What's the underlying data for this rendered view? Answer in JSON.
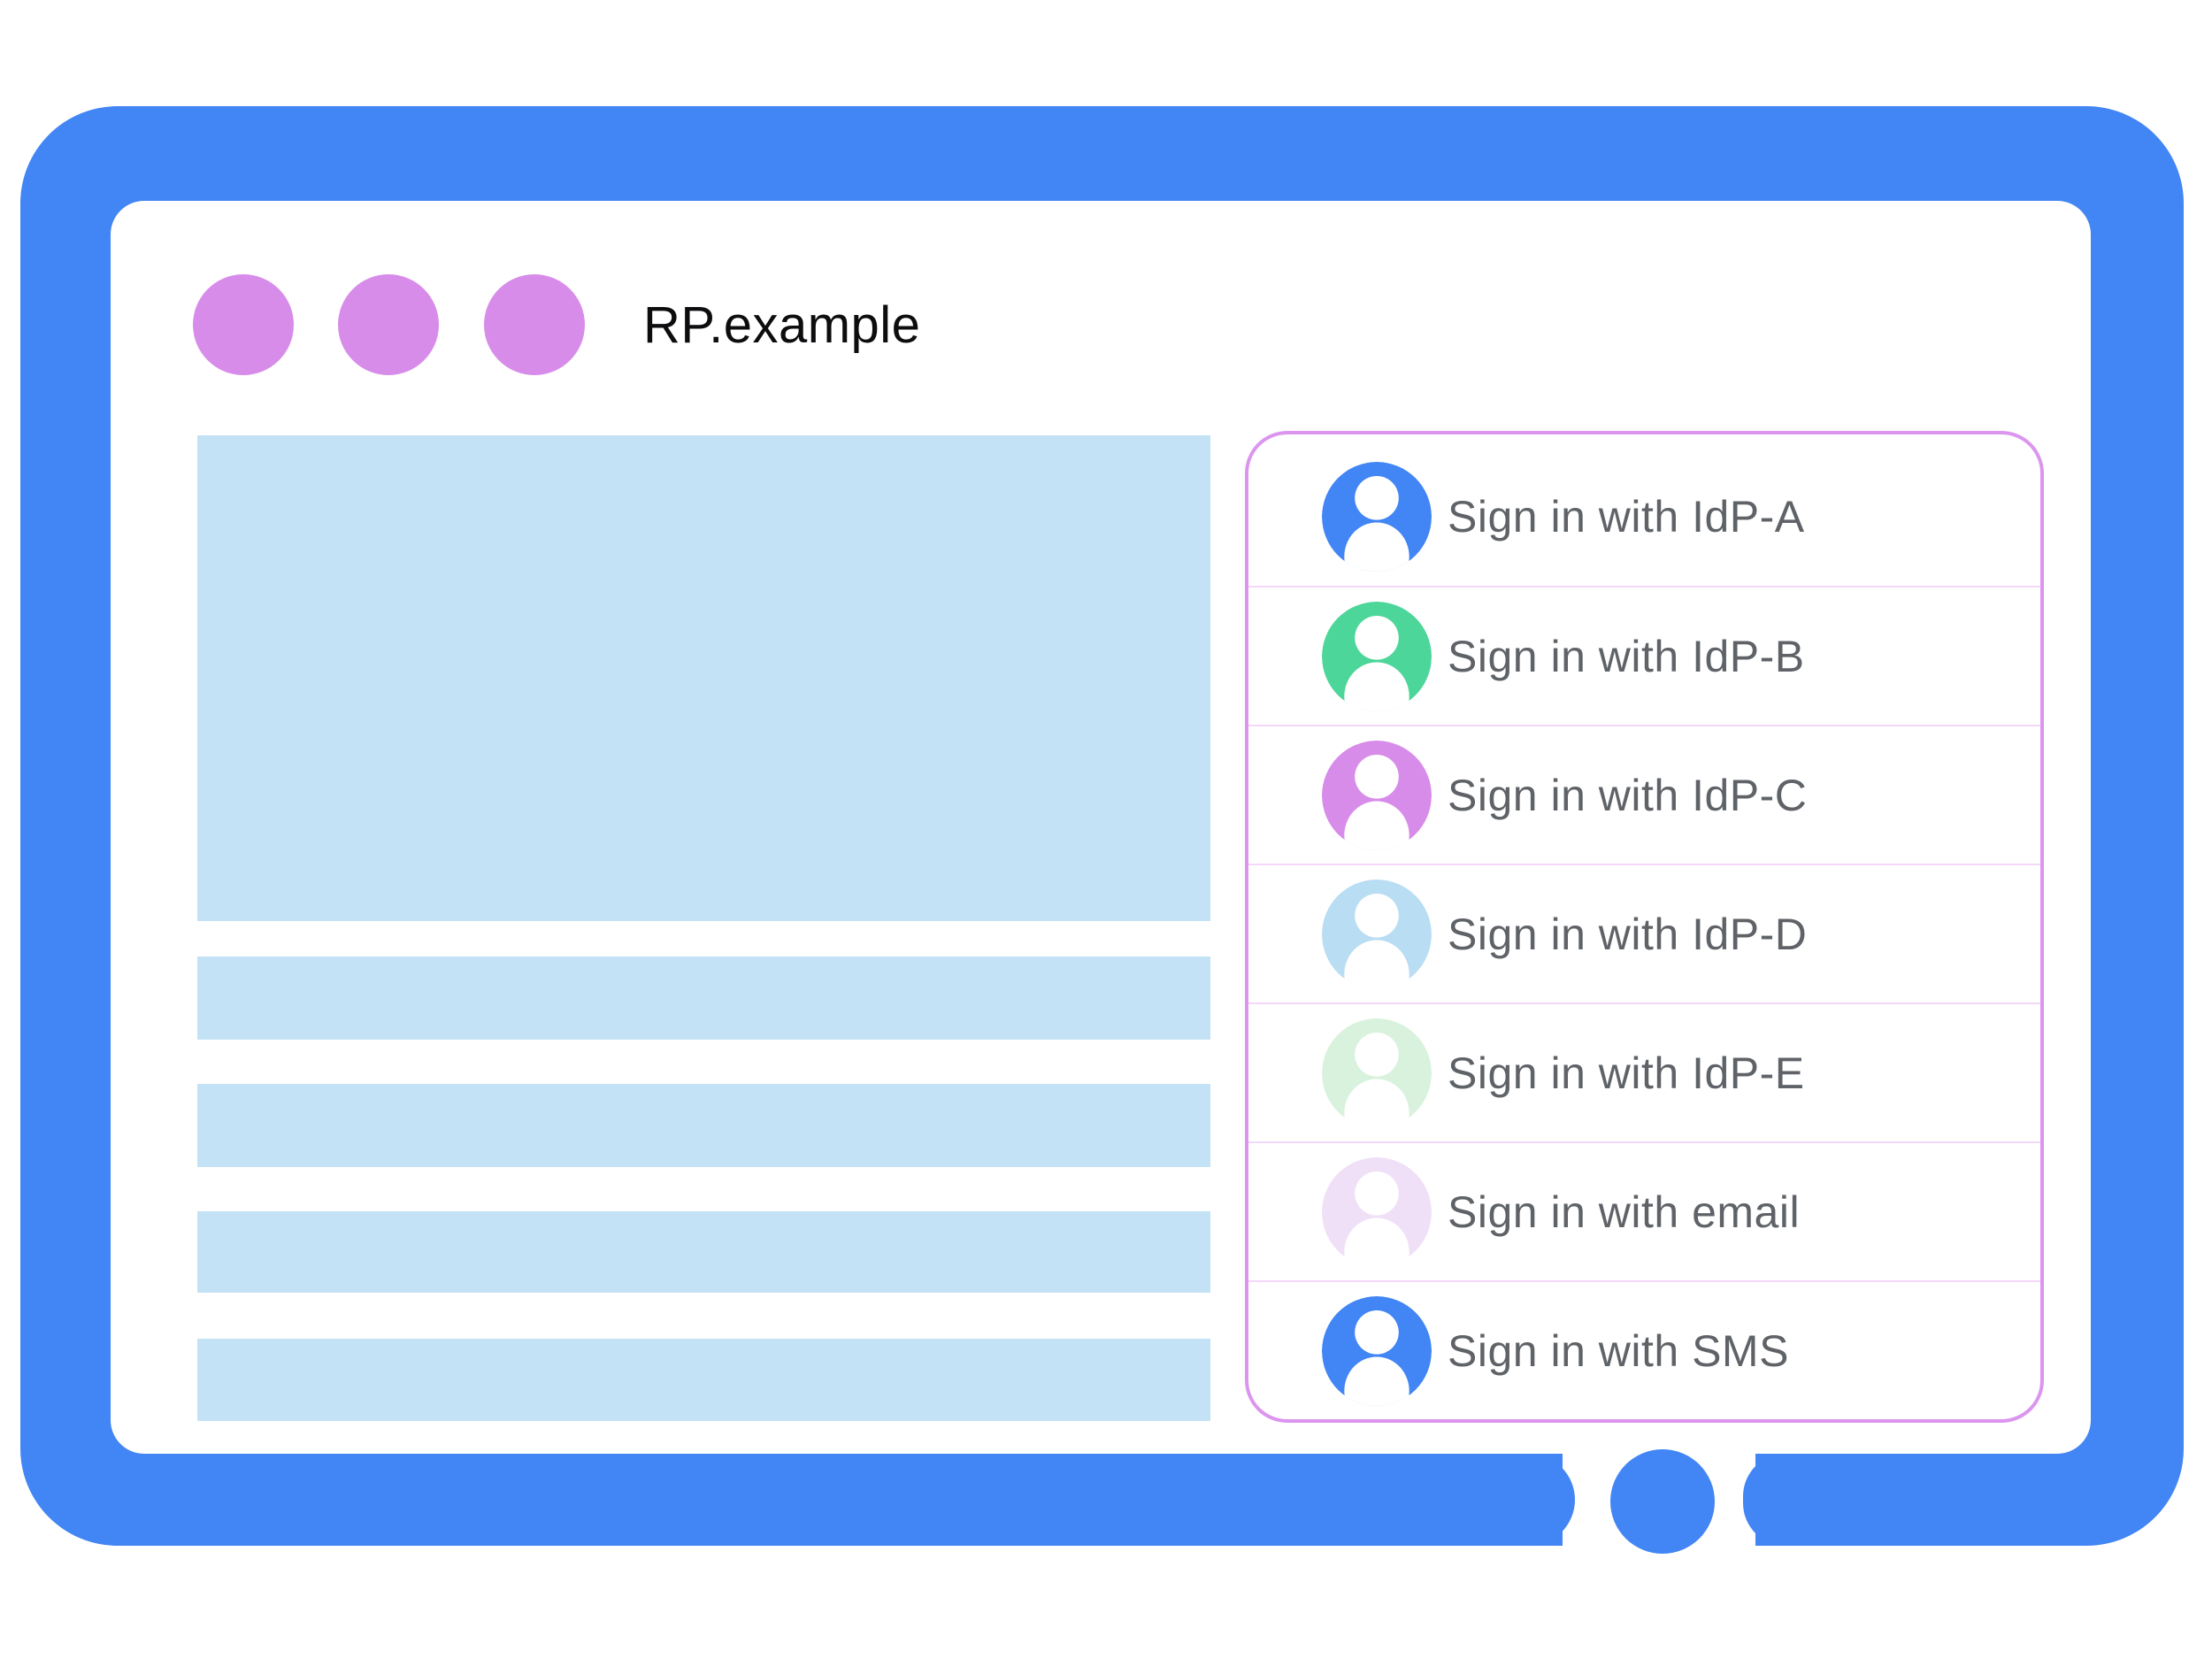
{
  "browser": {
    "title": "RP.example",
    "frame_color": "#4285F4",
    "window_dot_color": "#D88CEA",
    "window_dots_count": 3
  },
  "content": {
    "placeholder_color": "#C4E2F6",
    "placeholder_blocks": [
      "hero",
      "line",
      "line",
      "line",
      "line"
    ]
  },
  "sign_in_panel": {
    "border_color": "#DC95EF",
    "divider_color": "#F4D8FA",
    "label_color": "#5F6368",
    "options": [
      {
        "id": "idp-a",
        "label": "Sign in with IdP-A",
        "avatar_color": "#4285F4"
      },
      {
        "id": "idp-b",
        "label": "Sign in with IdP-B",
        "avatar_color": "#4CD69A"
      },
      {
        "id": "idp-c",
        "label": "Sign in with IdP-C",
        "avatar_color": "#D88CEA"
      },
      {
        "id": "idp-d",
        "label": "Sign in with IdP-D",
        "avatar_color": "#B9DDF3"
      },
      {
        "id": "idp-e",
        "label": "Sign in with IdP-E",
        "avatar_color": "#D9F2DD"
      },
      {
        "id": "email",
        "label": "Sign in with email",
        "avatar_color": "#EFE0F7"
      },
      {
        "id": "sms",
        "label": "Sign in with SMS",
        "avatar_color": "#4285F4"
      }
    ]
  }
}
